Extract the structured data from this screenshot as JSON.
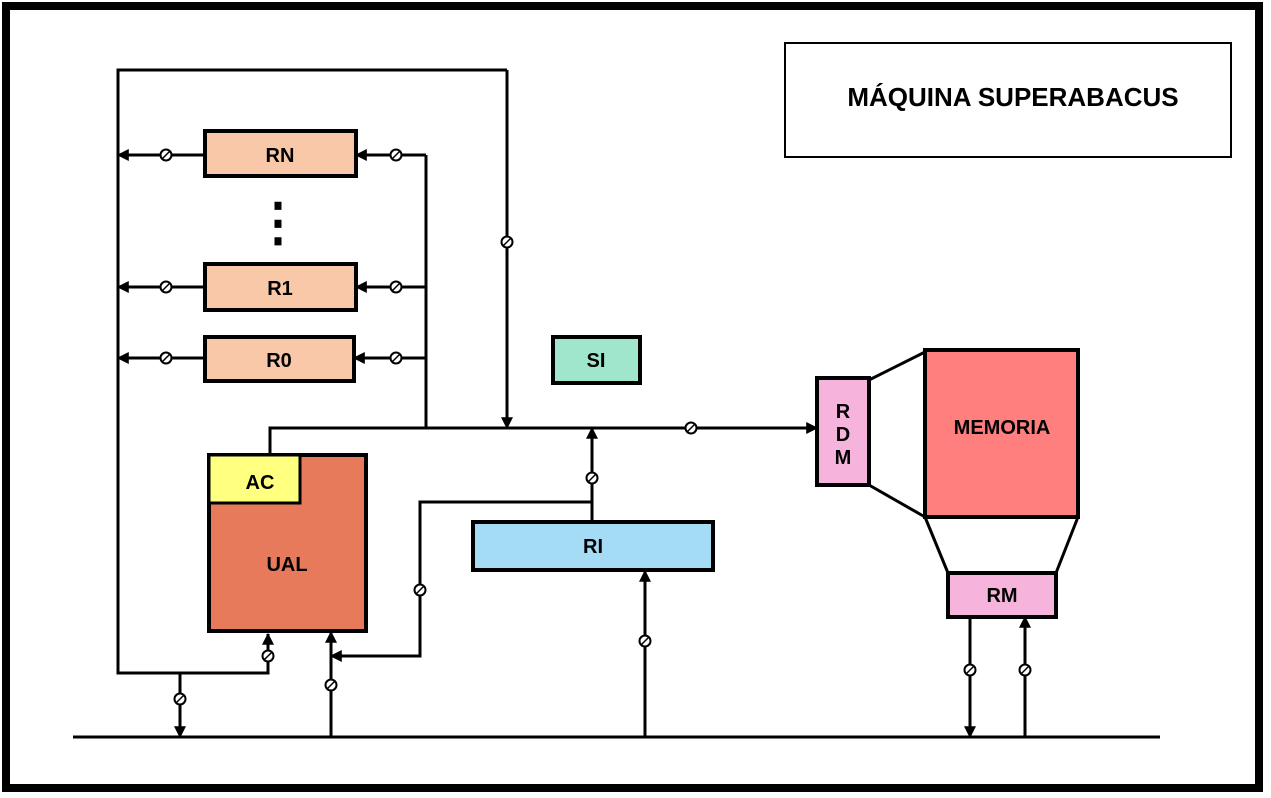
{
  "title": "MÁQUINA SUPERABACUS",
  "ellipsis": "⋮",
  "colors": {
    "register": "#f8c8a8",
    "si": "#a0e6cc",
    "ac": "#ffff80",
    "ual": "#e67a5a",
    "ri": "#a4dcf6",
    "rdm": "#f6b4dc",
    "memoria": "#ff7f7f",
    "rm": "#f6b4dc",
    "line": "#000000"
  },
  "components": {
    "rn": "RN",
    "r1": "R1",
    "r0": "R0",
    "si": "SI",
    "ac": "AC",
    "ual": "UAL",
    "ri": "RI",
    "rdm": [
      "R",
      "D",
      "M"
    ],
    "memoria": "MEMORIA",
    "rm": "RM"
  }
}
